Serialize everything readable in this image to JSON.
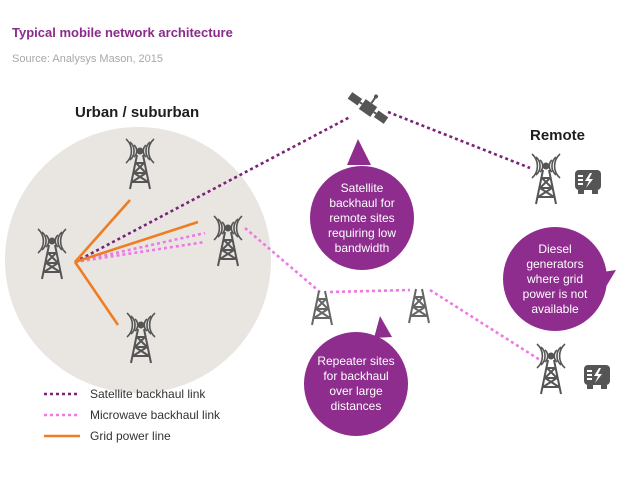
{
  "header": {
    "title": "Typical mobile network architecture",
    "source": "Source: Analysys Mason, 2015"
  },
  "regions": {
    "urban": "Urban / suburban",
    "remote": "Remote"
  },
  "bubbles": {
    "satellite": "Satellite backhaul for remote sites requiring low bandwidth",
    "diesel": "Diesel generators where grid power is not available",
    "repeater": "Repeater sites for backhaul over large distances"
  },
  "legend": {
    "satellite_label": "Satellite backhaul link",
    "microwave_label": "Microwave backhaul link",
    "grid_label": "Grid power line"
  },
  "colors": {
    "purple": "#8e2d8e",
    "dark_purple": "#7a2278",
    "pink": "#ee78e6",
    "orange": "#ef7d22",
    "urban_circle": "#e9e6e2",
    "icon_gray": "#555555"
  },
  "icons": [
    "radio-tower-icon",
    "satellite-icon",
    "diesel-generator-icon"
  ]
}
